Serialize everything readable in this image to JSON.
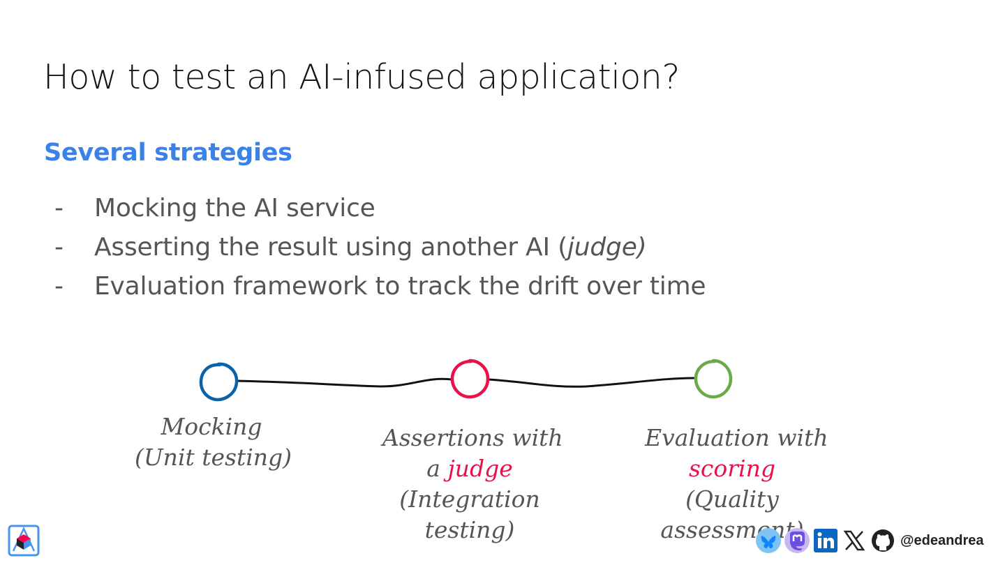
{
  "slide": {
    "title": "How to test an AI-infused application?",
    "subtitle": "Several strategies",
    "bullets": [
      {
        "dash": "-",
        "text": "Mocking the AI service",
        "emphasis": ""
      },
      {
        "dash": "-",
        "text": "Asserting the result using another AI (",
        "emphasis": "judge)"
      },
      {
        "dash": "-",
        "text": "Evaluation framework to track the drift over time",
        "emphasis": ""
      }
    ]
  },
  "timeline": {
    "colors": {
      "line": "#111111",
      "blue": "#0a62a8",
      "red": "#e8114a",
      "green": "#6aaa4a"
    },
    "stages": [
      {
        "lines": [
          "Mocking",
          "(Unit testing)"
        ]
      },
      {
        "line1": "Assertions with",
        "line2_prefix": "a ",
        "line2_highlight": "judge",
        "line3": "(Integration",
        "line4": "testing)"
      },
      {
        "line1": "Evaluation with",
        "line2_highlight": "scoring",
        "line3": "(Quality",
        "line4": "assessment)"
      }
    ]
  },
  "footer": {
    "logo_icon": "quarkus-logo-icon",
    "social_icons": [
      "bluesky-icon",
      "mastodon-icon",
      "linkedin-icon",
      "x-icon",
      "github-icon"
    ],
    "handle": "@edeandrea"
  }
}
